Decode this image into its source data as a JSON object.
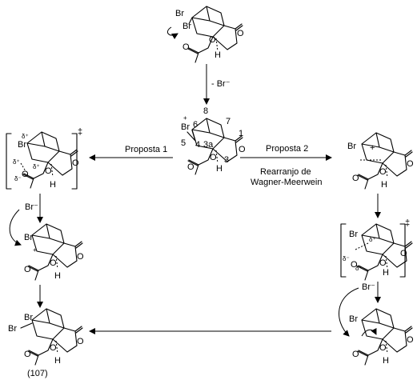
{
  "reagent_label": "- Br⁻",
  "path1_label": "Proposta 1",
  "path2_label": "Proposta 2",
  "path2_sublabel_1": "Rearranjo de",
  "path2_sublabel_2": "Wagner-Meerwein",
  "product_label": "(107)",
  "atoms": {
    "br": "Br",
    "o": "O",
    "h": "H",
    "plus": "+",
    "dplus": "δ⁺",
    "dminus": "δ⁻",
    "dagger": "‡",
    "brminus": "Br⁻"
  },
  "numbering": {
    "n1": "1",
    "n3": "3",
    "n3a": "3a",
    "n4": "4",
    "n5": "5",
    "n6": "6",
    "n7": "7",
    "n8": "8"
  }
}
